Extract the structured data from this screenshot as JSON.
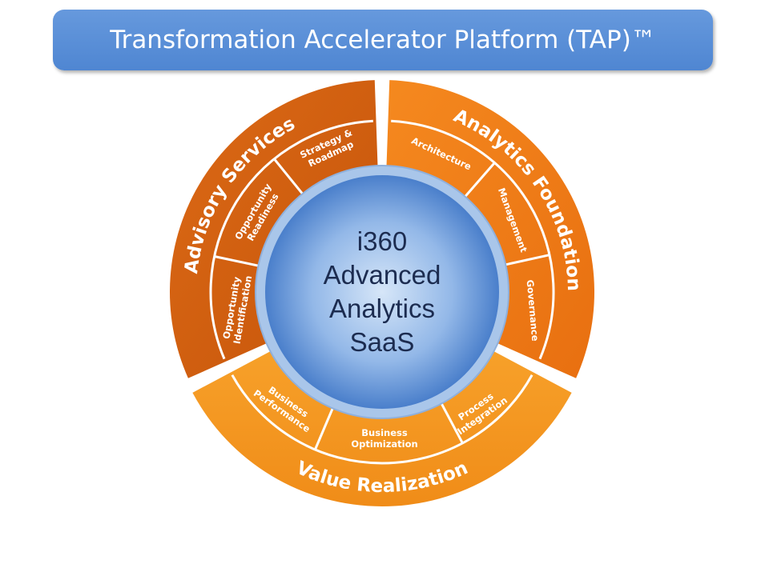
{
  "title": "Transformation Accelerator Platform (TAP)™",
  "core": {
    "lines": [
      "i360",
      "Advanced",
      "Analytics",
      "SaaS"
    ]
  },
  "segments": {
    "advisory": {
      "label": "Advisory Services",
      "color": "#d4600f",
      "items": [
        [
          "Opportunity",
          "Identification"
        ],
        [
          "Opportunity",
          "Readiness"
        ],
        [
          "Strategy &",
          "Roadmap"
        ]
      ]
    },
    "analytics": {
      "label": "Analytics Foundation",
      "color": "#f07b18",
      "items": [
        [
          "Architecture"
        ],
        [
          "Management"
        ],
        [
          "Governance"
        ]
      ]
    },
    "value": {
      "label": "Value Realization",
      "color": "#f7981f",
      "items": [
        [
          "Business",
          "Performance"
        ],
        [
          "Business",
          "Optimization"
        ],
        [
          "Process",
          "Integration"
        ]
      ]
    }
  },
  "colors": {
    "title_bg": "#5b8fd6",
    "core": "#4a80cc"
  }
}
